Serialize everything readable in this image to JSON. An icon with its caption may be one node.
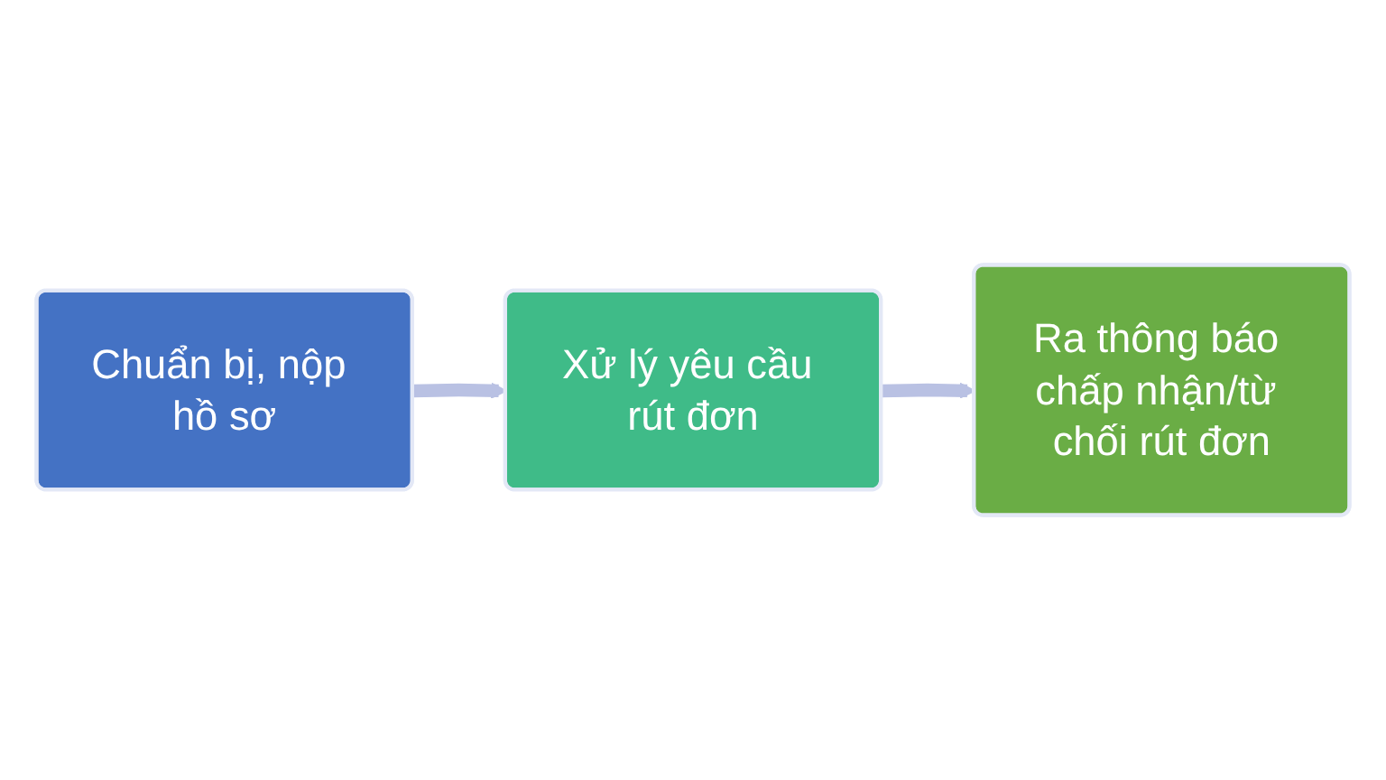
{
  "diagram": {
    "nodes": [
      {
        "text": [
          "Chuẩn bị, nộp hồ sơ"
        ]
      },
      {
        "text": [
          "Xử lý yêu cầu rút đơn"
        ]
      },
      {
        "text": [
          "Ra thông báo chấp nhận/từ chối rút đơn"
        ]
      }
    ],
    "edges": [
      {
        "from": 0,
        "to": 1,
        "arrow": "to"
      },
      {
        "from": 1,
        "to": 2,
        "arrow": "to"
      }
    ]
  }
}
